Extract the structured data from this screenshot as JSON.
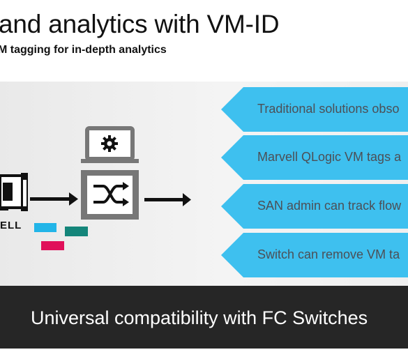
{
  "title": "and analytics with VM-ID",
  "subtitle": "M tagging for in-depth analytics",
  "card_label": "ELL",
  "callouts": [
    "Traditional solutions obso",
    "Marvell QLogic VM tags a",
    "SAN admin can track flow",
    "Switch can remove VM ta"
  ],
  "banner": "Universal compatibility with FC Switches",
  "colors": {
    "callout_fill": "#3ec0ef",
    "banner_bg": "#262626",
    "tag_cyan": "#22b5e8",
    "tag_teal": "#14857a",
    "tag_magenta": "#e0105a"
  },
  "icons": [
    "hba-card-icon",
    "laptop-gear-icon",
    "fc-switch-icon",
    "arrow-right-icon"
  ]
}
